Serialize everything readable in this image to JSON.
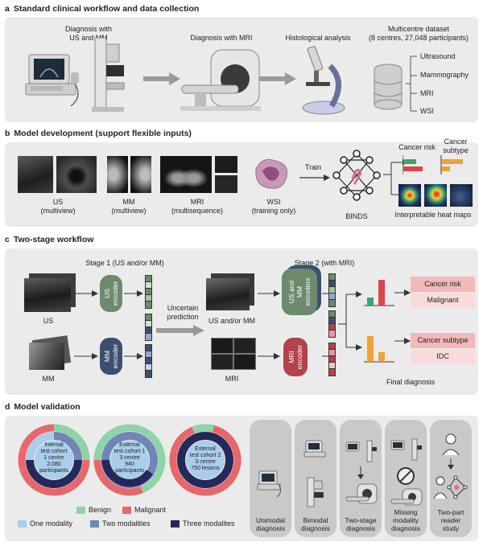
{
  "panel_a": {
    "letter": "a",
    "title": "Standard clinical workflow and data collection",
    "steps": [
      "Diagnosis with\nUS and MM",
      "Diagnosis with MRI",
      "Histological analysis"
    ],
    "dataset_title": "Multicentre dataset\n(8 centres, 27,048 participants)",
    "modalities": [
      "Ultrasound",
      "Mammography",
      "MRI",
      "WSI"
    ]
  },
  "panel_b": {
    "letter": "b",
    "title": "Model development (support flexible inputs)",
    "inputs": [
      "US\n(multiview)",
      "MM\n(multiview)",
      "MRI\n(multisequence)",
      "WSI\n(training only)"
    ],
    "train_label": "Train",
    "model_name": "BINDS",
    "outputs": [
      "Cancer risk",
      "Cancer\nsubtype",
      "Interpretable heat maps"
    ]
  },
  "panel_c": {
    "letter": "c",
    "title": "Two-stage workflow",
    "stage1_label": "Stage 1 (US and/or MM)",
    "stage2_label": "Stage 2 (with MRI)",
    "us_label": "US",
    "mm_label": "MM",
    "us_encoder": "US\nencoder",
    "mm_encoder": "MM\nencoder",
    "uncertain": "Uncertain\nprediction",
    "us_mm_label": "US and/or MM",
    "us_mm_encoders": "US and MM\nencoders",
    "mri_label": "MRI",
    "mri_encoder": "MRI\nencoder",
    "out_risk_title": "Cancer risk",
    "out_risk_value": "Malignant",
    "out_subtype_title": "Cancer subtype",
    "out_subtype_value": "IDC",
    "final": "Final diagnosis"
  },
  "panel_d": {
    "letter": "d",
    "title": "Model validation",
    "cohorts": [
      {
        "label": "Internal\ntest cohort\n1 centre\n2,080\nparticipants"
      },
      {
        "label": "External\ntest cohort 1\n3 centre\n940\nparticipants"
      },
      {
        "label": "External\ntest cohort 2\n3 centre\n750 lesions"
      }
    ],
    "legend_class": [
      "Benign",
      "Malignant"
    ],
    "legend_modality": [
      "One modality",
      "Two modalities",
      "Three modalites"
    ],
    "scenarios": [
      "Unimodal\ndiagnosis",
      "Bimodal\ndiagnosis",
      "Two-stage\ndiagnosis",
      "Missing\nmodality\ndiagnosis",
      "Two-part\nreader\nstudy"
    ]
  },
  "colors": {
    "benign": "#8fd3a8",
    "malignant": "#e8676a",
    "one_modality": "#a9cdea",
    "two_modalities": "#6f86b7",
    "three_modalities": "#24295a",
    "us_encoder": "#6e8a6e",
    "mm_encoder": "#3d4f70",
    "mri_encoder": "#b3424a",
    "output_header": "#f3b8b9",
    "output_body": "#f8dcdc",
    "bar_green": "#3aa574",
    "bar_red": "#d8474b",
    "bar_orange": "#f0a23a"
  }
}
